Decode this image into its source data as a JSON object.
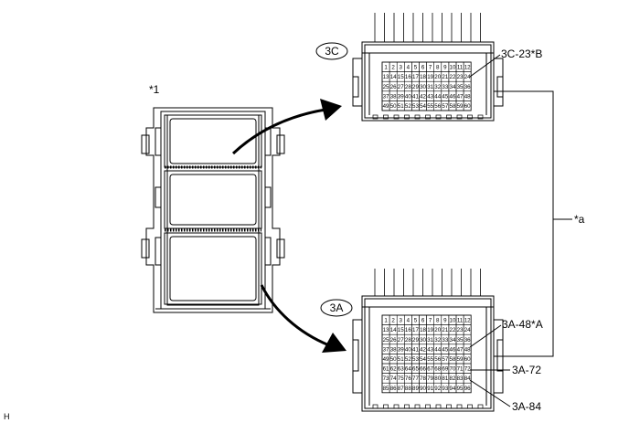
{
  "labels": {
    "star1": "*1",
    "star_a": "*a",
    "corner_h": "H"
  },
  "connector_3c": {
    "badge": "3C",
    "callout": "3C-23*B",
    "rows": [
      [
        "1",
        "2",
        "3",
        "4",
        "5",
        "6",
        "7",
        "8",
        "9",
        "10",
        "11",
        "12"
      ],
      [
        "13",
        "14",
        "15",
        "16",
        "17",
        "18",
        "19",
        "20",
        "21",
        "22",
        "23",
        "24"
      ],
      [
        "25",
        "26",
        "27",
        "28",
        "29",
        "30",
        "31",
        "32",
        "33",
        "34",
        "35",
        "36"
      ],
      [
        "37",
        "38",
        "39",
        "40",
        "41",
        "42",
        "43",
        "44",
        "45",
        "46",
        "47",
        "48"
      ],
      [
        "49",
        "50",
        "51",
        "52",
        "53",
        "54",
        "55",
        "56",
        "57",
        "58",
        "59",
        "60"
      ]
    ]
  },
  "connector_3a": {
    "badge": "3A",
    "callouts": [
      "3A-48*A",
      "3A-72",
      "3A-84"
    ],
    "rows": [
      [
        "1",
        "2",
        "3",
        "4",
        "5",
        "6",
        "7",
        "8",
        "9",
        "10",
        "11",
        "12"
      ],
      [
        "13",
        "14",
        "15",
        "16",
        "17",
        "18",
        "19",
        "20",
        "21",
        "22",
        "23",
        "24"
      ],
      [
        "25",
        "26",
        "27",
        "28",
        "29",
        "30",
        "31",
        "32",
        "33",
        "34",
        "35",
        "36"
      ],
      [
        "37",
        "38",
        "39",
        "40",
        "41",
        "42",
        "43",
        "44",
        "45",
        "46",
        "47",
        "48"
      ],
      [
        "49",
        "50",
        "51",
        "52",
        "53",
        "54",
        "55",
        "56",
        "57",
        "58",
        "59",
        "60"
      ],
      [
        "61",
        "62",
        "63",
        "64",
        "65",
        "66",
        "67",
        "68",
        "69",
        "70",
        "71",
        "72"
      ],
      [
        "73",
        "74",
        "75",
        "76",
        "77",
        "78",
        "79",
        "80",
        "81",
        "82",
        "83",
        "84"
      ],
      [
        "85",
        "86",
        "87",
        "88",
        "89",
        "90",
        "91",
        "92",
        "93",
        "94",
        "95",
        "96"
      ]
    ]
  }
}
